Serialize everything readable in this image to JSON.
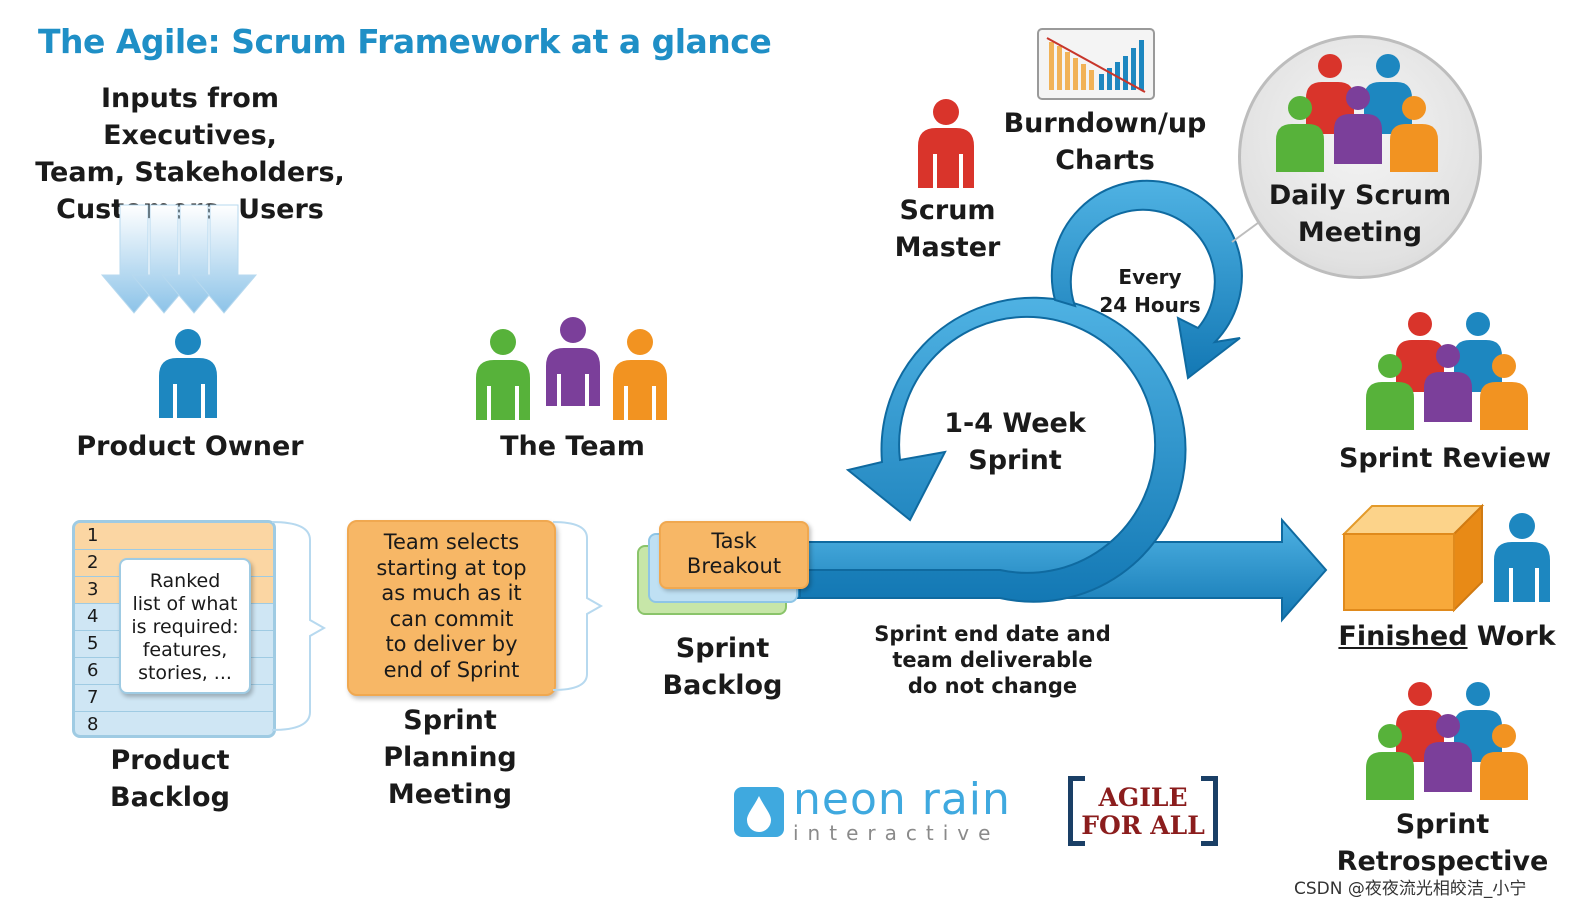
{
  "title": "The Agile: Scrum Framework at a glance",
  "inputs": {
    "lines": [
      "Inputs from Executives,",
      "Team, Stakeholders,",
      "Customers, Users"
    ]
  },
  "roles": {
    "product_owner": "Product Owner",
    "the_team": "The Team",
    "scrum_master": [
      "Scrum",
      "Master"
    ],
    "burndown": [
      "Burndown/up",
      "Charts"
    ],
    "daily_scrum": [
      "Daily Scrum",
      "Meeting"
    ]
  },
  "product_backlog": {
    "label": [
      "Product",
      "Backlog"
    ],
    "rows": [
      "1",
      "2",
      "3",
      "4",
      "5",
      "6",
      "7",
      "8"
    ],
    "note": [
      "Ranked",
      "list of what",
      "is required:",
      "features,",
      "stories, ..."
    ]
  },
  "sprint_planning": {
    "label": [
      "Sprint",
      "Planning",
      "Meeting"
    ],
    "note": [
      "Team selects",
      "starting at top",
      "as much as it",
      "can commit",
      "to deliver by",
      "end of Sprint"
    ]
  },
  "sprint_backlog": {
    "label": [
      "Sprint",
      "Backlog"
    ],
    "card": [
      "Task",
      "Breakout"
    ]
  },
  "sprint_cycle": {
    "label": [
      "1-4 Week",
      "Sprint"
    ],
    "daily_cycle": [
      "Every",
      "24 Hours"
    ],
    "constraint": [
      "Sprint end date and",
      "team deliverable",
      "do not change"
    ]
  },
  "outputs": {
    "sprint_review": "Sprint Review",
    "finished_work": {
      "underlined": "Finished",
      "rest": " Work"
    },
    "sprint_retrospective": [
      "Sprint",
      "Retrospective"
    ]
  },
  "logos": {
    "neon_rain": [
      "neon rain",
      "interactive"
    ],
    "agile_for_all": [
      "AGILE",
      "FOR ALL"
    ]
  },
  "watermark": "CSDN @夜夜流光相皎洁_小宁",
  "colors": {
    "title_blue": "#1f8fc6",
    "arrow_blue": "#1a8cc8",
    "note_orange": "#f6b366",
    "person_red": "#d9342b",
    "person_blue": "#1d87c0",
    "person_green": "#57b23a",
    "person_purple": "#7b3f9a",
    "person_orange": "#f29321",
    "agile_red": "#8b1d1d"
  }
}
